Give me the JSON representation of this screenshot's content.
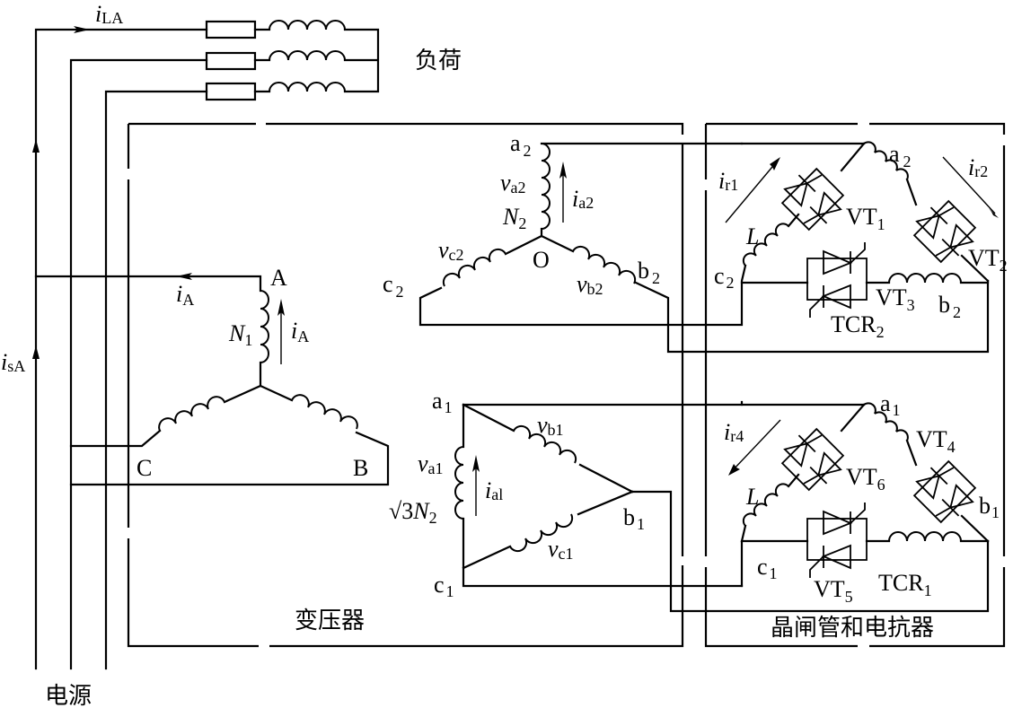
{
  "figure": {
    "type": "circuit-diagram",
    "subject": "Three-phase transformer with thyristor-controlled reactors (TCR) compensating load"
  },
  "blocks": {
    "source_label": "电源",
    "load_label": "负荷",
    "transformer_label": "变压器",
    "thyristor_reactor_label": "晶闸管和电抗器"
  },
  "currents": {
    "load_current": {
      "main": "i",
      "sub": "LA"
    },
    "source_current": {
      "main": "i",
      "sub": "sA"
    },
    "primary_line_current": {
      "main": "i",
      "sub": "A"
    },
    "primary_winding_current": {
      "main": "i",
      "sub": "A"
    },
    "wye_secondary_current": {
      "main": "i",
      "sub": "a2"
    },
    "delta_secondary_current": {
      "main": "i",
      "sub": "al"
    },
    "tcr2_current_1": {
      "main": "i",
      "sub": "r1"
    },
    "tcr2_current_2": {
      "main": "i",
      "sub": "r2"
    },
    "tcr1_current_4": {
      "main": "i",
      "sub": "r4"
    }
  },
  "primary": {
    "terminals": [
      "A",
      "B",
      "C"
    ],
    "winding": {
      "main": "N",
      "sub": "1"
    }
  },
  "secondary_wye": {
    "terminals": [
      {
        "main": "a",
        "sub": "2"
      },
      {
        "main": "b",
        "sub": "2"
      },
      {
        "main": "c",
        "sub": "2"
      }
    ],
    "neutral": "O",
    "winding": {
      "main": "N",
      "sub": "2"
    },
    "voltages": [
      {
        "main": "v",
        "sub": "a2"
      },
      {
        "main": "v",
        "sub": "b2"
      },
      {
        "main": "v",
        "sub": "c2"
      }
    ]
  },
  "secondary_delta": {
    "terminals": [
      {
        "main": "a",
        "sub": "1"
      },
      {
        "main": "b",
        "sub": "1"
      },
      {
        "main": "c",
        "sub": "1"
      }
    ],
    "winding": {
      "prefix": "√3",
      "main": "N",
      "sub": "2"
    },
    "voltages": [
      {
        "main": "v",
        "sub": "a1"
      },
      {
        "main": "v",
        "sub": "b1"
      },
      {
        "main": "v",
        "sub": "c1"
      }
    ]
  },
  "tcr2": {
    "name": {
      "main": "TCR",
      "sub": "2"
    },
    "terminals": [
      {
        "main": "a",
        "sub": "2"
      },
      {
        "main": "b",
        "sub": "2"
      },
      {
        "main": "c",
        "sub": "2"
      }
    ],
    "inductor": "L",
    "thyristors": [
      {
        "main": "VT",
        "sub": "1"
      },
      {
        "main": "VT",
        "sub": "2"
      },
      {
        "main": "VT",
        "sub": "3"
      }
    ]
  },
  "tcr1": {
    "name": {
      "main": "TCR",
      "sub": "1"
    },
    "terminals": [
      {
        "main": "a",
        "sub": "1"
      },
      {
        "main": "b",
        "sub": "1"
      },
      {
        "main": "c",
        "sub": "1"
      }
    ],
    "inductor": "L",
    "thyristors": [
      {
        "main": "VT",
        "sub": "4"
      },
      {
        "main": "VT",
        "sub": "5"
      },
      {
        "main": "VT",
        "sub": "6"
      }
    ]
  }
}
